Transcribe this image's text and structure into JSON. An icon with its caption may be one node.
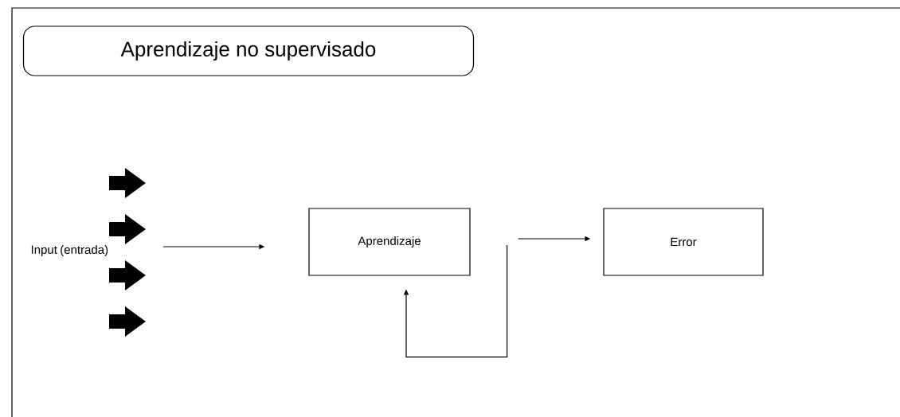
{
  "diagram": {
    "nodes": [
      {
        "text": [
          "Aprendizaje no supervisado"
        ]
      },
      {
        "text": [
          "Input (entrada)"
        ]
      },
      {
        "text": [
          "Aprendizaje"
        ]
      },
      {
        "text": [
          "Error"
        ]
      }
    ],
    "edges": [
      {
        "from": 1,
        "to": 2,
        "arrow": "to"
      },
      {
        "from": 2,
        "to": 3,
        "arrow": "to"
      },
      {
        "from": 2,
        "to": 2,
        "arrow": "to"
      }
    ]
  }
}
